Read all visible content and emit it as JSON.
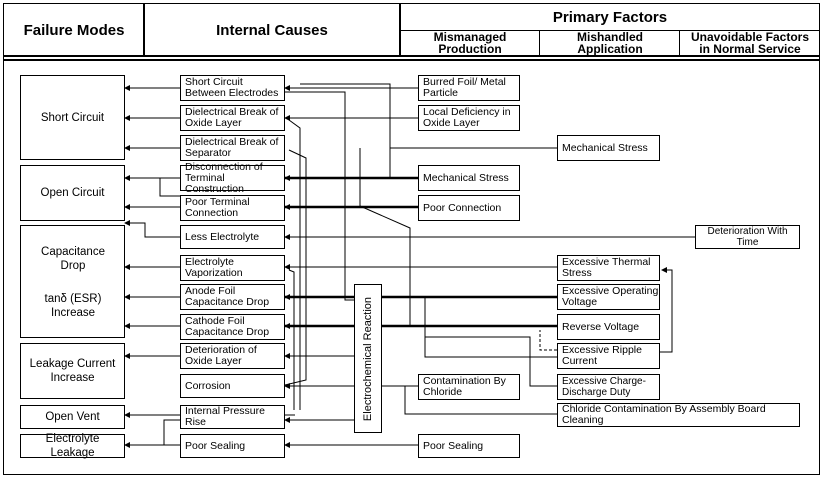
{
  "header": {
    "failure_modes": "Failure Modes",
    "internal_causes": "Internal Causes",
    "primary_factors": "Primary Factors",
    "mismanaged": "Mismanaged Production",
    "mishandled": "Mishandled Application",
    "unavoidable": "Unavoidable Factors in Normal Service"
  },
  "failure_modes": {
    "short_circuit": "Short Circuit",
    "open_circuit": "Open Circuit",
    "capacitance_drop": "Capacitance Drop",
    "tand_esr": "tanδ (ESR) Increase",
    "leakage_current": "Leakage Current Increase",
    "open_vent": "Open Vent",
    "electrolyte_leakage": "Electrolyte Leakage"
  },
  "internal_causes": {
    "short_between_electrodes": "Short Circuit Between Electrodes",
    "dielectrical_break_oxide": "Dielectrical Break of Oxide Layer",
    "dielectrical_break_separator": "Dielectrical Break of Separator",
    "disconnection_terminal": "Disconnection of Terminal Construction",
    "poor_terminal_connection": "Poor Terminal Connection",
    "less_electrolyte": "Less Electrolyte",
    "electrolyte_vaporization": "Electrolyte Vaporization",
    "anode_foil_drop": "Anode Foil Capacitance Drop",
    "cathode_foil_drop": "Cathode Foil Capacitance Drop",
    "deterioration_oxide": "Deterioration of Oxide Layer",
    "corrosion": "Corrosion",
    "internal_pressure_rise": "Internal Pressure Rise",
    "poor_sealing": "Poor Sealing"
  },
  "electrochemical_reaction": "Electrochemical Reaction",
  "mismanaged_production": {
    "burred_foil": "Burred Foil/ Metal Particle",
    "local_deficiency": "Local Deficiency in Oxide Layer",
    "mechanical_stress": "Mechanical Stress",
    "poor_connection": "Poor Connection",
    "contamination_chloride": "Contamination By Chloride",
    "poor_sealing": "Poor Sealing"
  },
  "mishandled_application": {
    "mechanical_stress": "Mechanical Stress",
    "excessive_thermal_stress": "Excessive Thermal Stress",
    "excessive_operating_voltage": "Excessive Operating Voltage",
    "reverse_voltage": "Reverse Voltage",
    "excessive_ripple_current": "Excessive Ripple Current",
    "excessive_charge_discharge": "Excessive Charge-Discharge Duty",
    "chloride_contamination_board": "Chloride Contamination By Assembly Board Cleaning"
  },
  "unavoidable_factors": {
    "deterioration_with_time": "Deterioration With Time"
  },
  "colors": {
    "line": "#000000",
    "background": "#ffffff"
  }
}
